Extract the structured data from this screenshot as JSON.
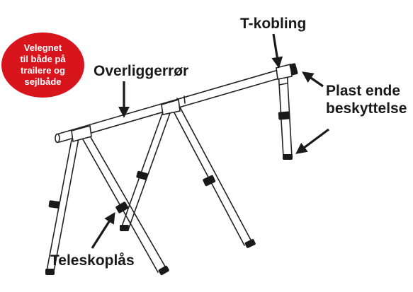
{
  "badge": {
    "lines": [
      "Velegnet",
      "til både på",
      "trailere og",
      "sejlbåde"
    ],
    "color": "#d8141c"
  },
  "labels": {
    "t_coupling": "T-kobling",
    "ridge_tube": "Overliggerrør",
    "end_cap_line1": "Plast ende",
    "end_cap_line2": "beskyttelse",
    "telescopic_lock": "Teleskoplås"
  },
  "colors": {
    "frame_outline": "#222222",
    "tube_fill": "#ffffff",
    "fitting_fill": "#1a1a1a",
    "text": "#1a1a1a"
  }
}
